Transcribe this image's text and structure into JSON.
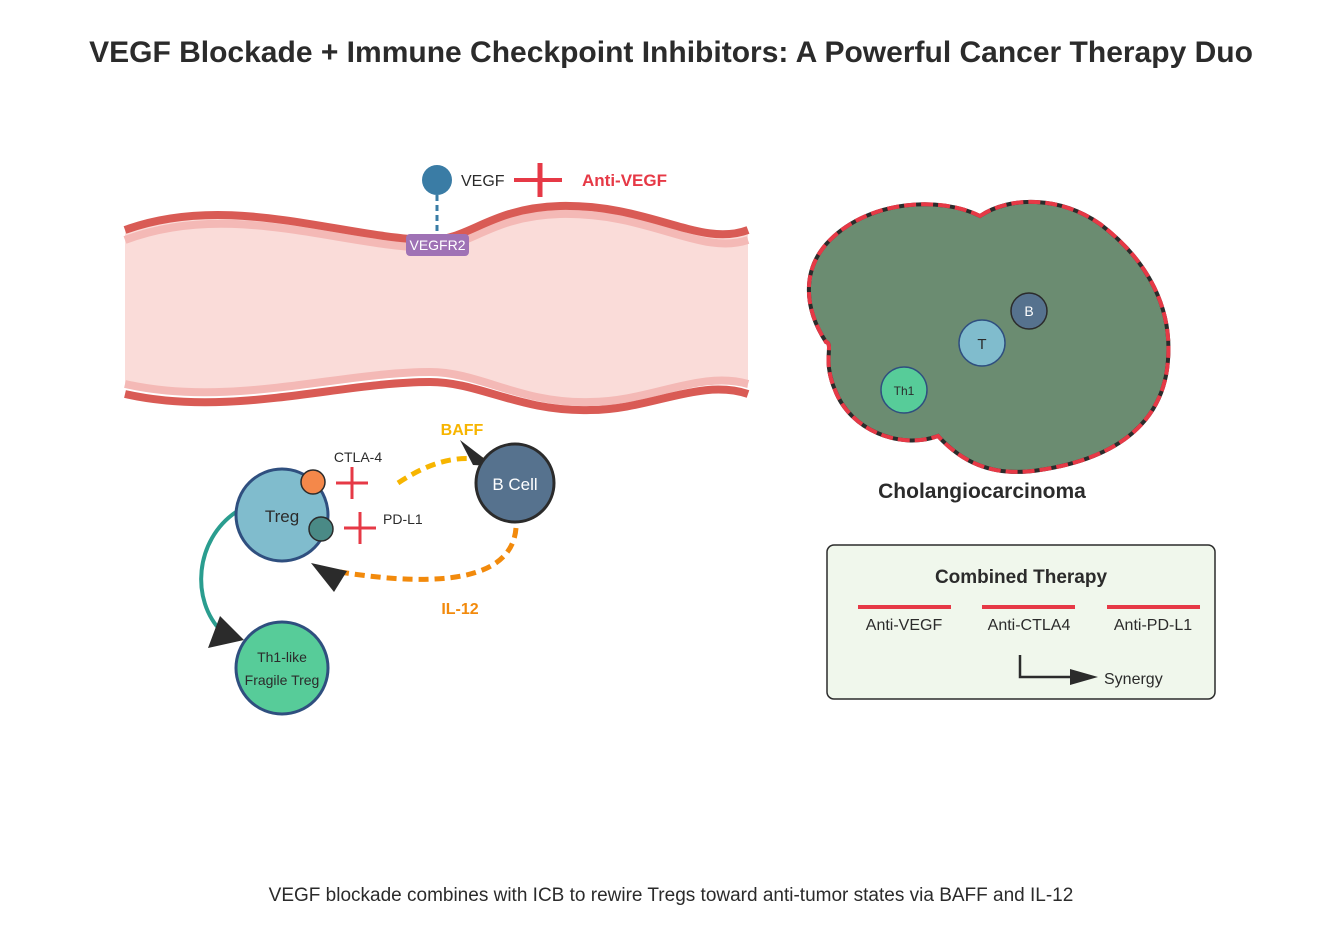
{
  "title": "VEGF Blockade + Immune Checkpoint Inhibitors: A Powerful Cancer Therapy Duo",
  "caption": "VEGF blockade combines with ICB to rewire Tregs toward anti-tumor states via BAFF and IL-12",
  "vessel": {
    "ligand_label": "VEGF",
    "receptor_label": "VEGFR2",
    "inhibitor_label": "Anti-VEGF"
  },
  "immune": {
    "treg_label": "Treg",
    "bcell_label": "B Cell",
    "fragile_treg_label_line1": "Th1-like",
    "fragile_treg_label_line2": "Fragile Treg",
    "checkpoint1_label": "CTLA-4",
    "checkpoint2_label": "PD-L1",
    "cytokine1_label": "BAFF",
    "cytokine2_label": "IL-12"
  },
  "tumor": {
    "label": "Cholangiocarcinoma",
    "cells": [
      {
        "label": "B"
      },
      {
        "label": "T"
      },
      {
        "label": "Th1"
      }
    ]
  },
  "legend": {
    "title": "Combined Therapy",
    "items": [
      {
        "label": "Anti-VEGF"
      },
      {
        "label": "Anti-CTLA4"
      },
      {
        "label": "Anti-PD-L1"
      }
    ],
    "synergy_label": "Synergy"
  },
  "colors": {
    "inhibitor_red": "#e63946",
    "vessel_wall": "#d95b55",
    "vessel_inner": "#f4b9b6",
    "vessel_lumen": "#fadcd9",
    "vegf_blue": "#3a7ca5",
    "receptor_purple": "#9f72b5",
    "treg_blue": "#80bccd",
    "bcell_slate": "#56728e",
    "th1_green": "#57cc99",
    "tumor_green": "#6b8c71",
    "baff_yellow": "#f7b500",
    "il12_orange": "#f28a0c",
    "ctla4_orange": "#f4884a",
    "pdl1_teal": "#4a8a86",
    "conversion_teal": "#2a9d8f",
    "legend_bg": "#f0f7ec"
  }
}
